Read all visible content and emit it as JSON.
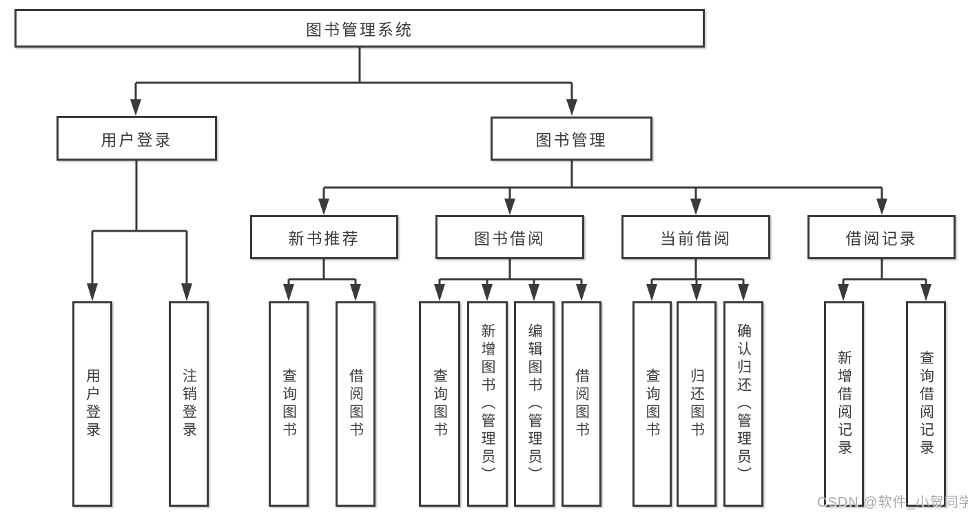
{
  "watermark": "CSDN @软件_小贺同学",
  "colors": {
    "line": "#3a3a3a",
    "node_border": "#3a3a3a",
    "text": "#3a3a3a",
    "watermark": "#a7aaad",
    "background": "#ffffff"
  },
  "tree": {
    "root": {
      "label": "图书管理系统"
    },
    "children": [
      {
        "label": "用户登录",
        "children": [
          {
            "label": "用户登录"
          },
          {
            "label": "注销登录"
          }
        ]
      },
      {
        "label": "图书管理",
        "children": [
          {
            "label": "新书推荐",
            "children": [
              {
                "label": "查询图书"
              },
              {
                "label": "借阅图书"
              }
            ]
          },
          {
            "label": "图书借阅",
            "children": [
              {
                "label": "查询图书"
              },
              {
                "label": "新增图书（管理员）"
              },
              {
                "label": "编辑图书（管理员）"
              },
              {
                "label": "借阅图书"
              }
            ]
          },
          {
            "label": "当前借阅",
            "children": [
              {
                "label": "查询图书"
              },
              {
                "label": "归还图书"
              },
              {
                "label": "确认归还（管理员）"
              }
            ]
          },
          {
            "label": "借阅记录",
            "children": [
              {
                "label": "新增借阅记录"
              },
              {
                "label": "查询借阅记录"
              }
            ]
          }
        ]
      }
    ]
  }
}
